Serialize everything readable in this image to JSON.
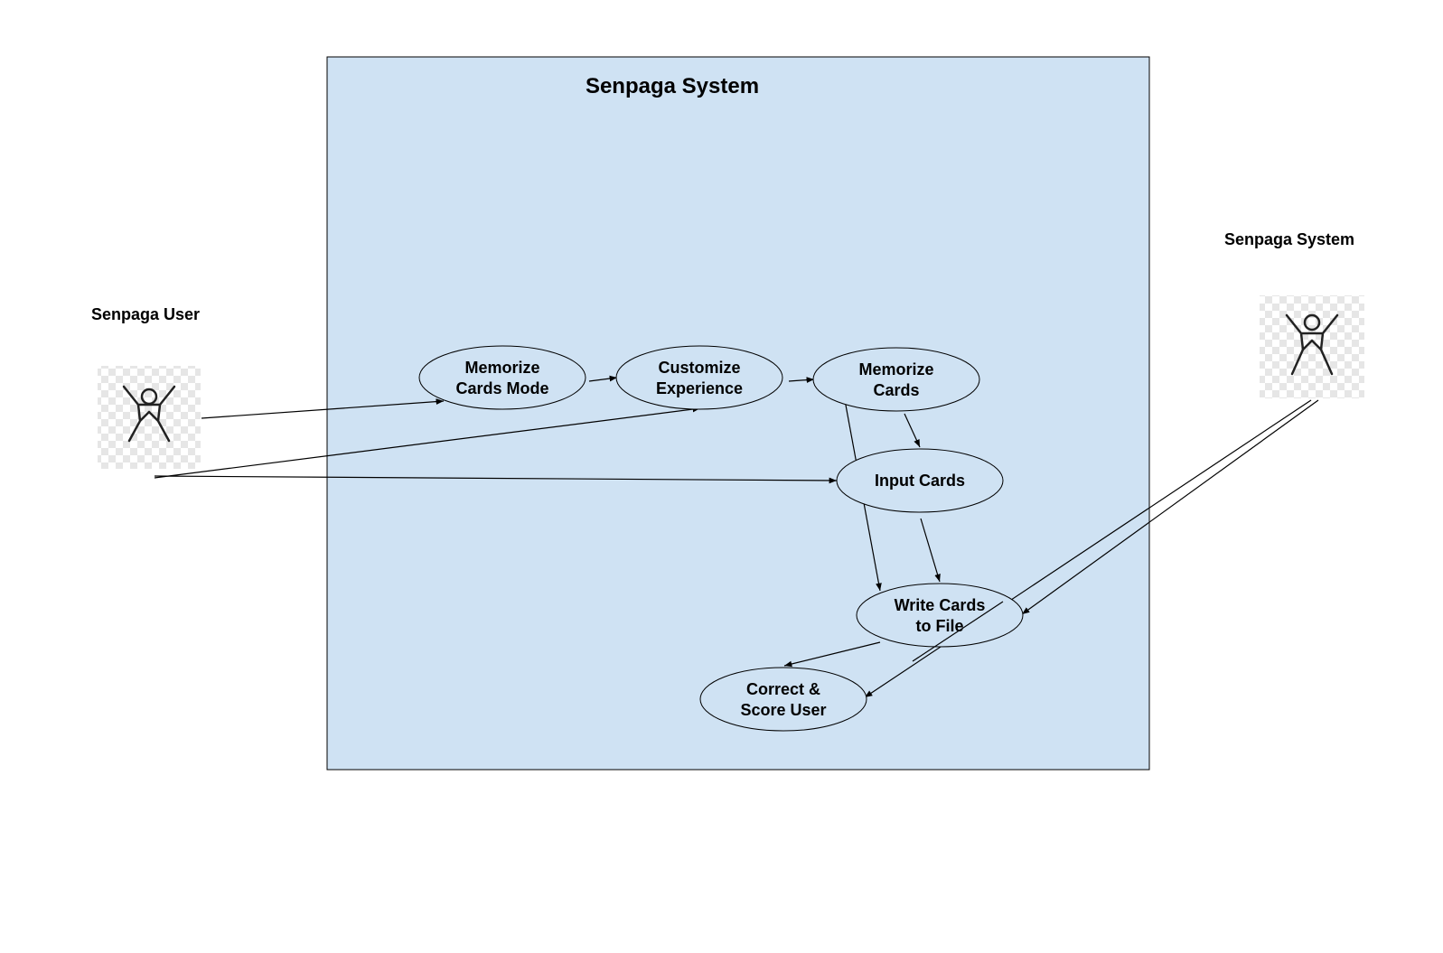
{
  "system": {
    "title": "Senpaga System",
    "fill": "#cfe2f3"
  },
  "actors": {
    "user": {
      "label": "Senpaga User",
      "icon": "person-icon"
    },
    "system": {
      "label": "Senpaga System",
      "icon": "person-icon"
    }
  },
  "use_cases": {
    "memorize_mode": {
      "lines": [
        "Memorize",
        "Cards Mode"
      ]
    },
    "customize": {
      "lines": [
        "Customize",
        "Experience"
      ]
    },
    "memorize_cards": {
      "lines": [
        "Memorize",
        "Cards"
      ]
    },
    "input_cards": {
      "lines": [
        "Input Cards"
      ]
    },
    "write_cards": {
      "lines": [
        "Write Cards",
        "to File"
      ]
    },
    "correct_score": {
      "lines": [
        "Correct &",
        "Score User"
      ]
    }
  }
}
